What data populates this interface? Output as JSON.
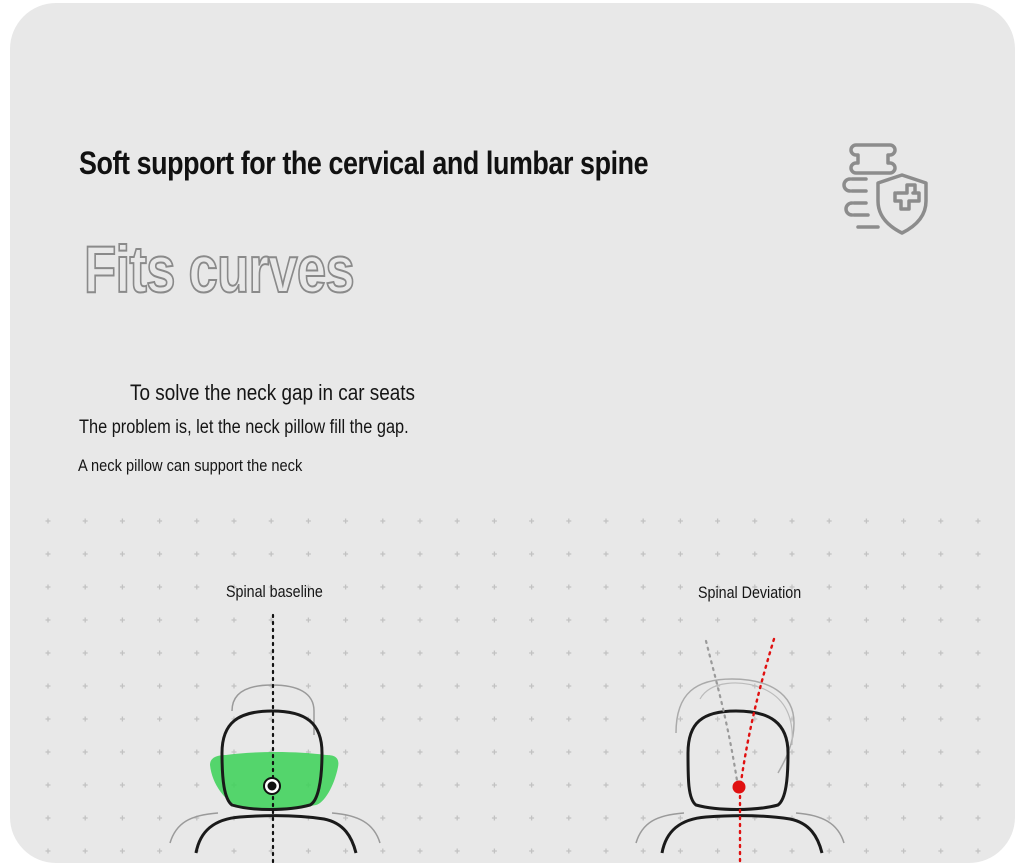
{
  "header": {
    "title": "Soft support for the cervical and lumbar spine",
    "headline": "Fits curves",
    "icon": "spine-shield-icon"
  },
  "body": {
    "line1": "To solve the neck gap in car seats",
    "line2": "The problem is, let the neck pillow fill the gap.",
    "line3": "A neck pillow can support the neck"
  },
  "diagram": {
    "left_label": "Spinal baseline",
    "right_label": "Spinal Deviation",
    "pillow_color": "#3fd15a",
    "deviation_color": "#e01010",
    "baseline_color": "#111111"
  }
}
